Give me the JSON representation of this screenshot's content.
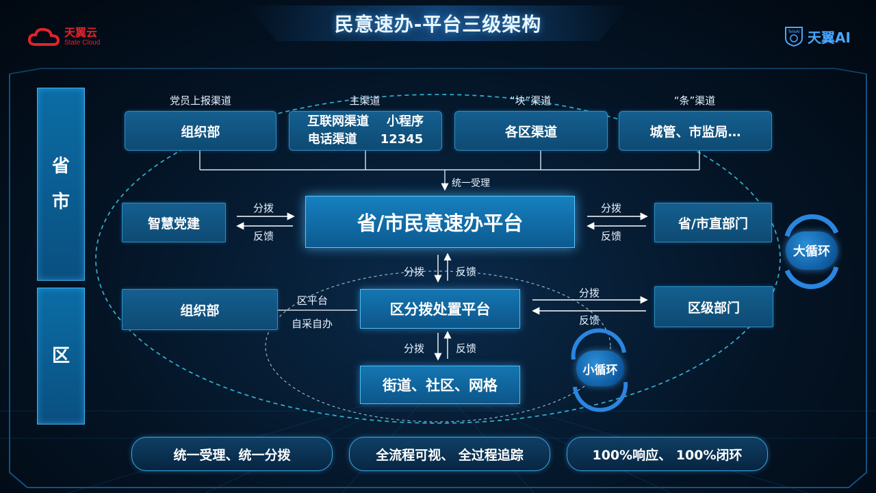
{
  "title": "民意速办-平台三级架构",
  "logo_left": {
    "cn": "天翼云",
    "en": "State Cloud"
  },
  "logo_right": {
    "badge": "TeleAI",
    "text": "天翼AI"
  },
  "levels": {
    "province_city": [
      "省",
      "市"
    ],
    "district": "区"
  },
  "channels": [
    {
      "label": "党员上报渠道",
      "box": "组织部"
    },
    {
      "label": "主渠道",
      "rows": [
        [
          "互联网渠道",
          "小程序"
        ],
        [
          "电话渠道",
          "12345"
        ]
      ]
    },
    {
      "label": "“块”渠道",
      "box": "各区渠道"
    },
    {
      "label": "“条”渠道",
      "box": "城管、市监局…"
    }
  ],
  "unified_accept": "统一受理",
  "platform": "省/市民意速办平台",
  "left_top_box": "智慧党建",
  "right_top_box": "省/市直部门",
  "dispatch": "分拨",
  "feedback": "反馈",
  "district_platform": "区分拨处置平台",
  "left_mid_box": "组织部",
  "district_self": [
    "区平台",
    "自采自办"
  ],
  "right_mid_box": "区级部门",
  "bottom_box": "街道、社区、网格",
  "big_cycle": "大循环",
  "small_cycle": "小循环",
  "pills": [
    "统一受理、统一分拨",
    "全流程可视、 全过程追踪",
    "100%响应、 100%闭环"
  ]
}
